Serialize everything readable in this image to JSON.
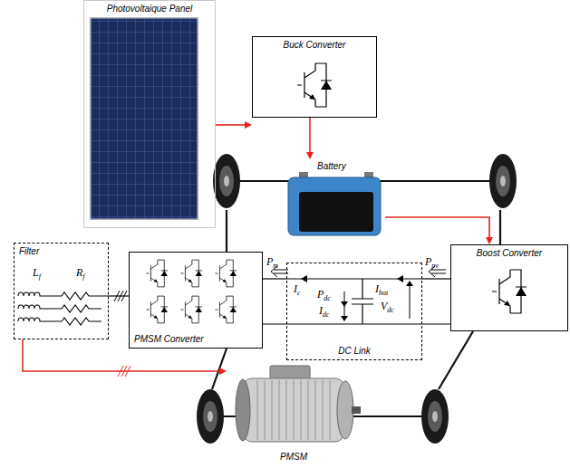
{
  "diagram": {
    "nodes": [
      {
        "text": [
          "Photovoltaique Panel"
        ]
      },
      {
        "text": [
          "Buck Converter"
        ]
      },
      {
        "text": [
          "Battery"
        ]
      },
      {
        "text": [
          "Filter"
        ]
      },
      {
        "text": [
          "PMSM Converter"
        ]
      },
      {
        "text": [
          "DC Link"
        ]
      },
      {
        "text": [
          "Boost Converter"
        ]
      },
      {
        "text": [
          "PMSM"
        ]
      }
    ],
    "edges": [
      {
        "from": 0,
        "to": 1,
        "arrow": "to"
      },
      {
        "from": 1,
        "to": 2,
        "arrow": "to"
      },
      {
        "from": 2,
        "to": 6,
        "arrow": "to"
      },
      {
        "from": 4,
        "to": 3,
        "arrow": "none"
      },
      {
        "from": 3,
        "to": 7,
        "arrow": "to"
      },
      {
        "from": 5,
        "to": 4,
        "arrow": "none"
      },
      {
        "from": 6,
        "to": 5,
        "arrow": "none"
      }
    ],
    "labels": [
      "Lf",
      "Rf",
      "Pm",
      "Ic",
      "Ibat",
      "Ppv",
      "Pdc",
      "Vdc",
      "Idc"
    ]
  }
}
